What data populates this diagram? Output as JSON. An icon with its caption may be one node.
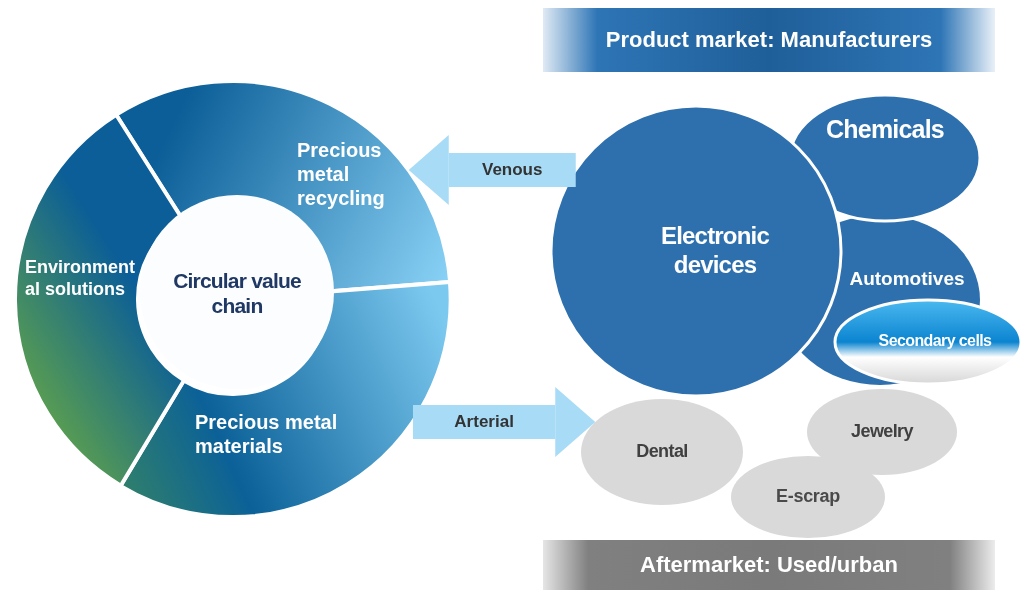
{
  "diagram": {
    "nodes": [
      {
        "text": [
          "Product market: Manufacturers"
        ]
      },
      {
        "text": [
          "Precious metal recycling"
        ]
      },
      {
        "text": [
          "Precious metal materials"
        ]
      },
      {
        "text": [
          "Environmental solutions"
        ]
      },
      {
        "text": [
          "Circular value chain"
        ]
      },
      {
        "text": [
          "Electronic devices"
        ]
      },
      {
        "text": [
          "Chemicals"
        ]
      },
      {
        "text": [
          "Automotives"
        ]
      },
      {
        "text": [
          "Secondary cells"
        ]
      },
      {
        "text": [
          "Dental"
        ]
      },
      {
        "text": [
          "Jewelry"
        ]
      },
      {
        "text": [
          "E-scrap"
        ]
      },
      {
        "text": [
          "Aftermarket: Used/urban"
        ]
      }
    ],
    "edges": [
      {
        "from": 5,
        "to": 1,
        "arrow": "to",
        "label": "Venous"
      },
      {
        "from": 2,
        "to": 9,
        "arrow": "to",
        "label": "Arterial"
      }
    ]
  }
}
